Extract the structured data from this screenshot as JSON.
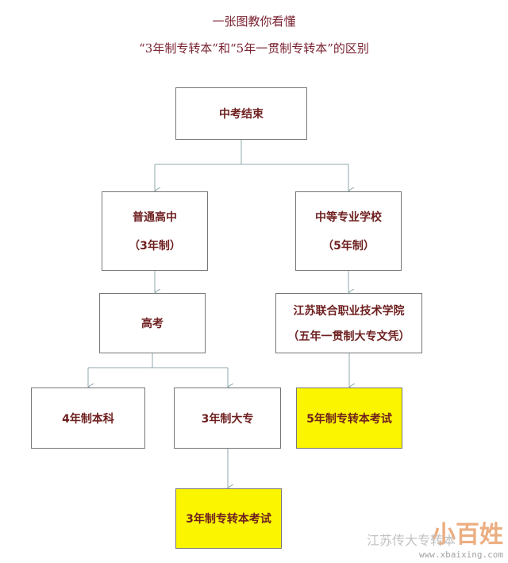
{
  "title": "一张图教你看懂",
  "subtitle": "“3年制专转本”和“5年一贯制专转本”的区别",
  "nodes": {
    "start": {
      "line1": "中考结束"
    },
    "high_school": {
      "line1": "普通高中",
      "line2": "（3年制）"
    },
    "vocational": {
      "line1": "中等专业学校",
      "line2": "（5年制）"
    },
    "gaokao": {
      "line1": "高考"
    },
    "jiangsu": {
      "line1": "江苏联合职业技术学院",
      "line2": "（五年一贯制大专文凭）"
    },
    "bachelor": {
      "line1": "4年制本科"
    },
    "college3": {
      "line1": "3年制大专"
    },
    "exam5": {
      "line1": "5年制专转本考试"
    },
    "exam3": {
      "line1": "3年制专转本考试"
    }
  },
  "watermark": {
    "logo": "小百姓",
    "sub": "江苏传大专转本",
    "url": "www.xbaixing.com"
  },
  "colors": {
    "text": "#6e1f1f",
    "highlight": "#fbf600",
    "connector": "#8fa9ad"
  }
}
